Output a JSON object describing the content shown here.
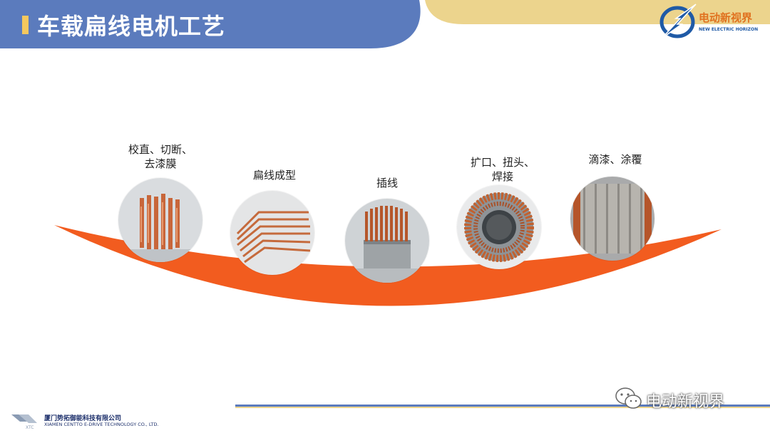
{
  "header": {
    "title": "车载扁线电机工艺",
    "colors": {
      "blue": "#5b7bbd",
      "gold": "#ecd48d",
      "marker": "#f5c85e"
    }
  },
  "brand": {
    "name_cn": "电动新视界",
    "name_en": "NEW ELECTRIC HORIZON",
    "icon": "lightning-globe-logo"
  },
  "process": {
    "arc_color": "#f25c1f",
    "steps": [
      {
        "label_line1": "校直、切断、",
        "label_line2": "去漆膜",
        "photo": "straight-copper-bars"
      },
      {
        "label_line1": "扁线成型",
        "label_line2": "",
        "photo": "formed-hairpin-wires"
      },
      {
        "label_line1": "插线",
        "label_line2": "",
        "photo": "stator-hairpin-insertion"
      },
      {
        "label_line1": "扩口、扭头、",
        "label_line2": "焊接",
        "photo": "stator-twist-weld"
      },
      {
        "label_line1": "滴漆、涂覆",
        "label_line2": "",
        "photo": "coated-stator"
      }
    ]
  },
  "footer": {
    "company_cn": "厦门势拓御能科技有限公司",
    "company_en": "XIAMEN CENTTO E-DRIVE TECHNOLOGY CO., LTD.",
    "company_logo_text": "XTC",
    "watermark_text": "电动新视界",
    "watermark_icon": "wechat-icon"
  }
}
